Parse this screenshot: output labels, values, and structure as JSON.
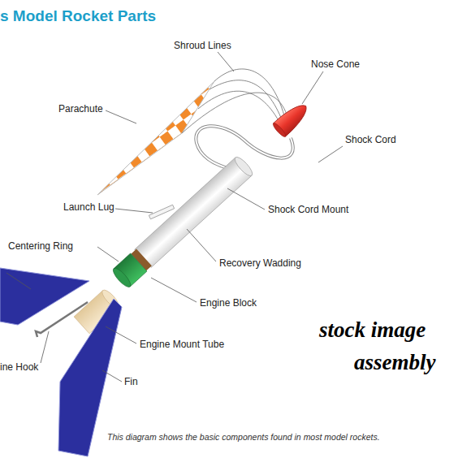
{
  "diagram": {
    "title": "s Model Rocket Parts",
    "caption": "This diagram shows the basic components found in most model rockets.",
    "labels": [
      "Shroud Lines",
      "Nose Cone",
      "Parachute",
      "Shock Cord",
      "Launch Lug",
      "Shock Cord Mount",
      "Centering Ring",
      "Recovery Wadding",
      "Engine Block",
      "Engine Mount Tube",
      "ine Hook",
      "Fin",
      "stock image",
      "assembly"
    ]
  }
}
